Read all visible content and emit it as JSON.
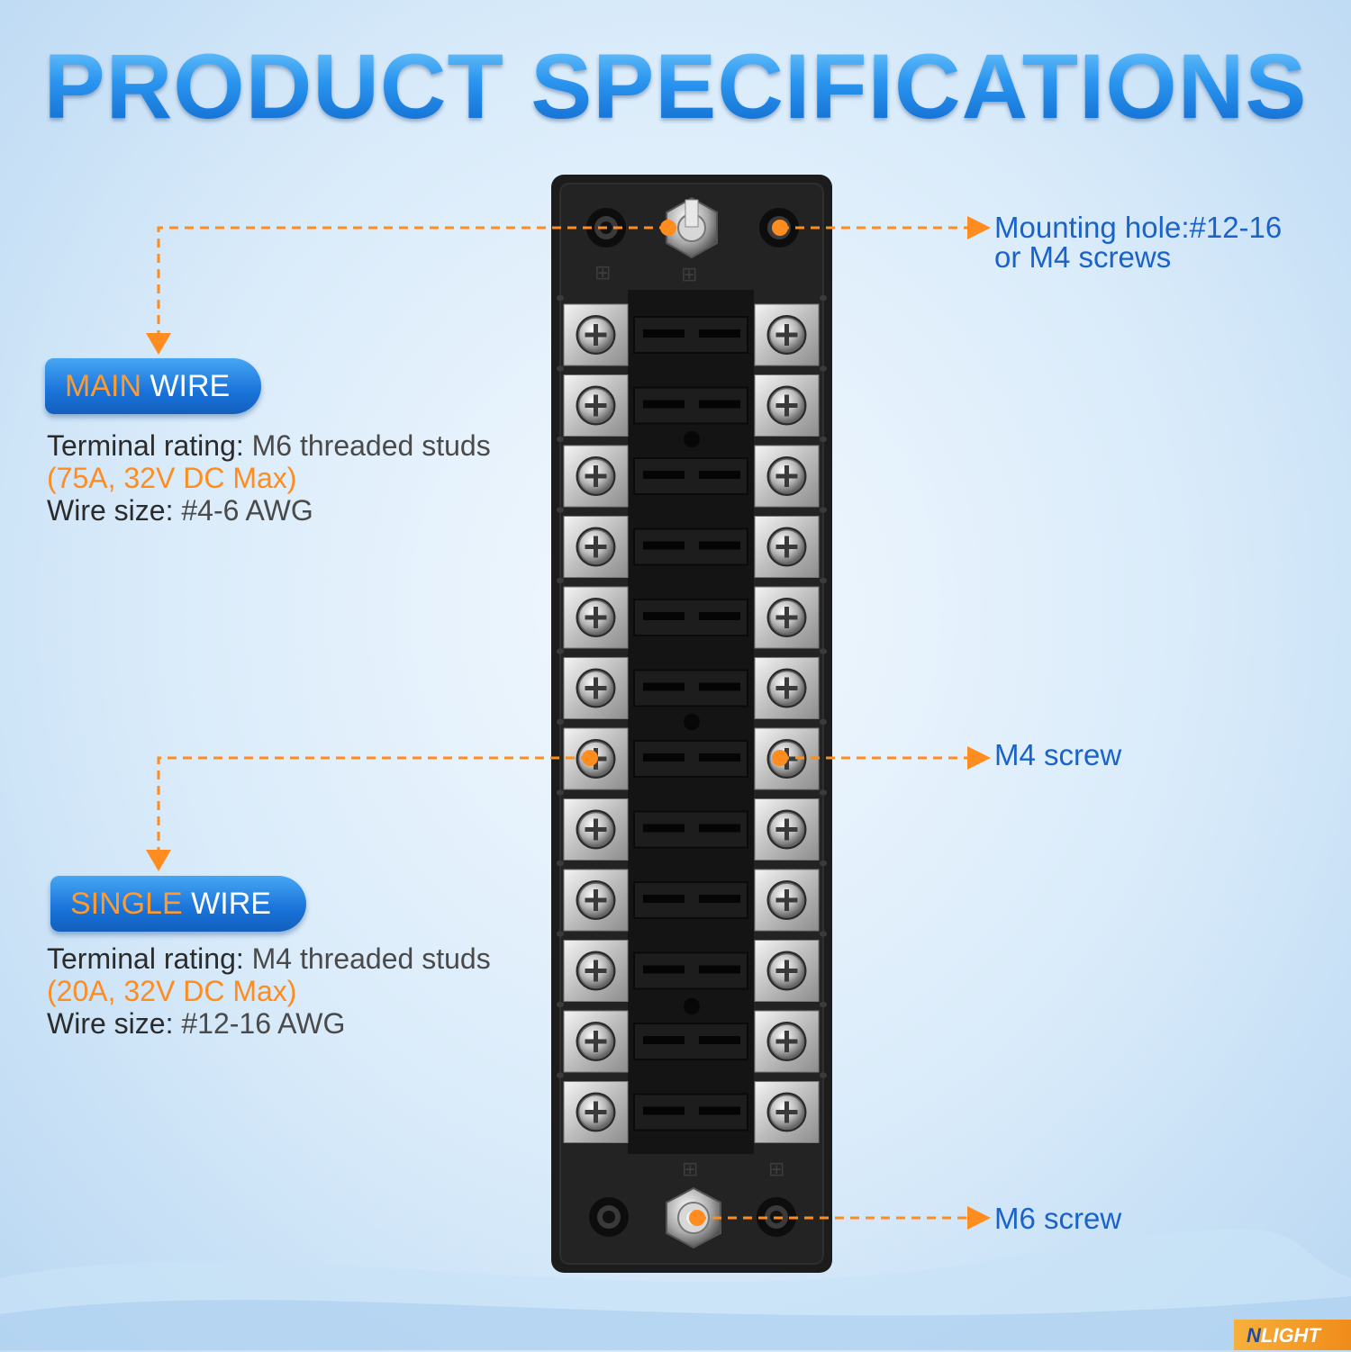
{
  "title": "PRODUCT SPECIFICATIONS",
  "main_wire": {
    "tag_accent": "MAIN",
    "tag_rest": " WIRE",
    "rating_label": "Terminal rating:",
    "rating_value": " M6 threaded studs",
    "rating_note": "(75A, 32V DC Max)",
    "wire_label": "Wire size:",
    "wire_value": "  #4-6 AWG"
  },
  "single_wire": {
    "tag_accent": "SINGLE",
    "tag_rest": " WIRE",
    "rating_label": "Terminal rating:",
    "rating_value": " M4 threaded studs",
    "rating_note": "(20A, 32V DC Max)",
    "wire_label": "Wire size:",
    "wire_value": "  #12-16 AWG"
  },
  "callouts": {
    "mounting_line1": "Mounting hole:#12-16",
    "mounting_line2": "or M4 screws",
    "m4": "M4 screw",
    "m6": "M6 screw"
  },
  "brand": {
    "mark": "N",
    "text": "LIGHT"
  },
  "fuse_block": {
    "circuits": 12
  },
  "colors": {
    "accent_orange": "#ff8c1f",
    "brand_blue": "#1a63c9"
  }
}
